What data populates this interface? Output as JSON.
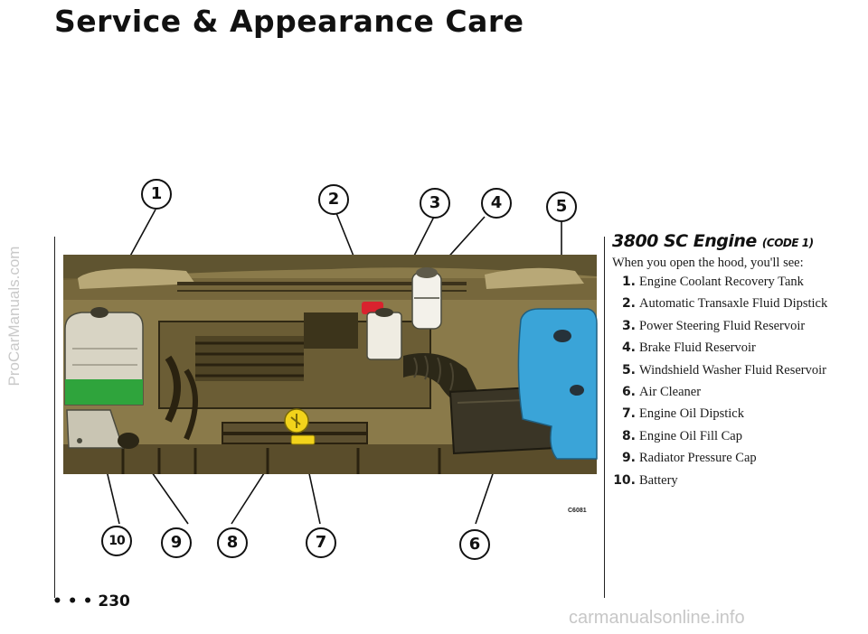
{
  "page": {
    "title": "Service & Appearance Care",
    "side_watermark": "ProCarManuals.com",
    "page_number": "230",
    "page_number_prefix": "• • •",
    "source_watermark": "carmanualsonline.info"
  },
  "figure": {
    "photo_code": "C6081",
    "callouts": [
      "1",
      "2",
      "3",
      "4",
      "5",
      "6",
      "7",
      "8",
      "9",
      "10"
    ],
    "colors": {
      "photo_background": "#8a7a4a",
      "coolant_tank": "#2fa43c",
      "washer_reservoir": "#3aa4d8",
      "dipstick_handle": "#d9232e",
      "oil_fill_cap": "#f2d31b"
    }
  },
  "legend": {
    "heading": "3800 SC Engine",
    "heading_code": "(CODE 1)",
    "intro": "When you open the hood, you'll see:",
    "items": [
      {
        "num": "1.",
        "label": "Engine Coolant Recovery Tank"
      },
      {
        "num": "2.",
        "label": "Automatic Transaxle Fluid Dipstick"
      },
      {
        "num": "3.",
        "label": "Power Steering Fluid Reservoir"
      },
      {
        "num": "4.",
        "label": "Brake Fluid Reservoir"
      },
      {
        "num": "5.",
        "label": "Windshield Washer Fluid Reservoir"
      },
      {
        "num": "6.",
        "label": "Air Cleaner"
      },
      {
        "num": "7.",
        "label": "Engine Oil Dipstick"
      },
      {
        "num": "8.",
        "label": "Engine Oil Fill Cap"
      },
      {
        "num": "9.",
        "label": "Radiator Pressure Cap"
      },
      {
        "num": "10.",
        "label": "Battery"
      }
    ]
  }
}
